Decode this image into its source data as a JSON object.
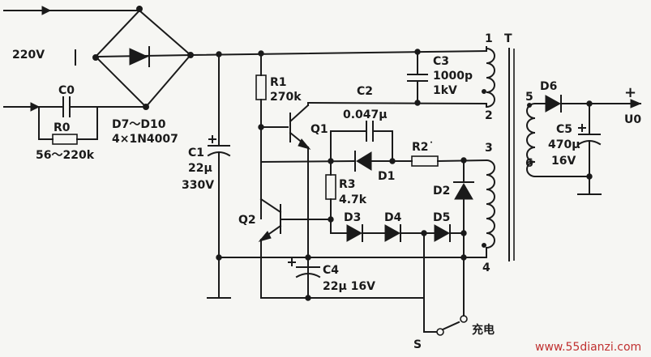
{
  "labels": {
    "ac_in": "220V",
    "c0": "C0",
    "r0": "R0",
    "r0_val": "56～220k",
    "d7d10": "D7～D10",
    "d7d10_val": "4×1N4007",
    "c1": "C1",
    "c1_val1": "22μ",
    "c1_val2": "330V",
    "r1": "R1",
    "r1_val": "270k",
    "c2": "C2",
    "c2_val": "0.047μ",
    "c3": "C3",
    "c3_val1": "1000p",
    "c3_val2": "1kV",
    "q1": "Q1",
    "q2": "Q2",
    "r2": "R2˙",
    "d1": "D1",
    "r3": "R3",
    "r3_val": "4.7k",
    "d2": "D2",
    "d3": "D3",
    "d4": "D4",
    "d5": "D5",
    "c4": "C4",
    "c4_val": "22μ 16V",
    "t": "T",
    "pin1": "1",
    "pin2": "2",
    "pin3": "3",
    "pin4": "4",
    "pin5": "5",
    "pin6": "6",
    "d6": "D6",
    "c5": "C5",
    "c5_val1": "470μ",
    "c5_val2": "16V",
    "plus": "+",
    "out": "U0",
    "s": "S",
    "charge": "充电",
    "watermark": "www.55dianzi.com"
  },
  "colors": {
    "ink": "#1a1a1a",
    "paper": "#f6f6f3",
    "watermark": "#c03030"
  }
}
